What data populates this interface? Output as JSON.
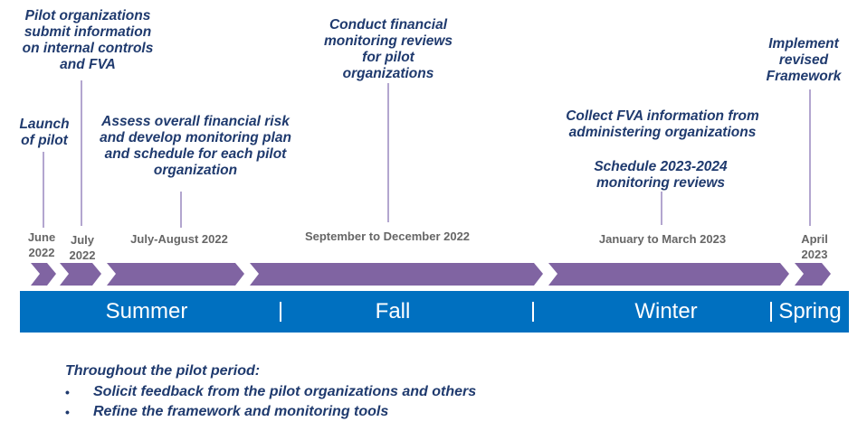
{
  "callouts": {
    "pilot_submit": "Pilot organizations submit information on internal controls and FVA",
    "launch": "Launch of pilot",
    "assess": "Assess overall financial risk and develop monitoring plan and schedule for each pilot organization",
    "conduct": "Conduct financial monitoring reviews for pilot organizations",
    "collect": "Collect FVA information from administering organizations",
    "schedule": "Schedule 2023-2024 monitoring reviews",
    "implement": "Implement revised Framework"
  },
  "dates": {
    "june": "June 2022",
    "july": "July 2022",
    "jul_aug": "July-August 2022",
    "sep_dec": "September to December 2022",
    "jan_mar": "January to March 2023",
    "april": "April 2023"
  },
  "seasons": {
    "summer": "Summer",
    "fall": "Fall",
    "winter": "Winter",
    "spring": "Spring"
  },
  "colors": {
    "band": "#0070c0",
    "chevron": "#8064a2",
    "callout_text": "#1f3a6e",
    "connector": "#b3a6cf",
    "date_text": "#666666"
  },
  "footer": {
    "heading": "Throughout the pilot period:",
    "items": [
      "Solicit feedback from the pilot organizations and others",
      "Refine the framework and monitoring tools"
    ],
    "bullet_icon": "bullet-dot"
  }
}
